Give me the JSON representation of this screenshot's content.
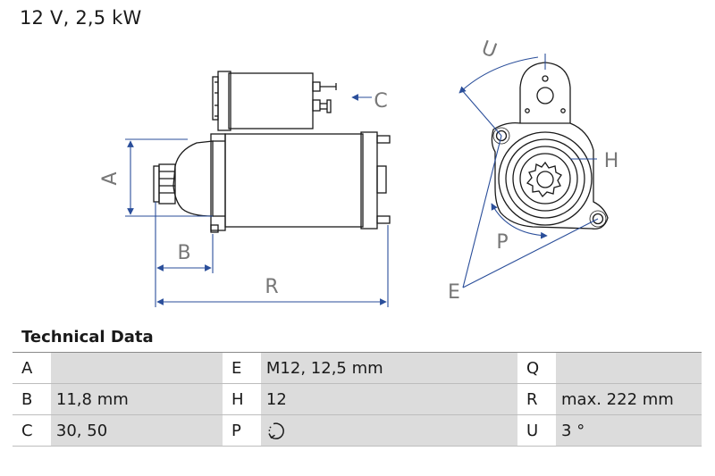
{
  "header": {
    "title": "12 V, 2,5 kW"
  },
  "diagram": {
    "colors": {
      "line": "#1a1a1a",
      "dimension": "#2a4e9a",
      "label": "#777777"
    },
    "labels": {
      "a": "A",
      "b": "B",
      "c": "C",
      "r": "R",
      "u": "U",
      "h": "H",
      "p": "P",
      "e": "E"
    }
  },
  "technical_data": {
    "title": "Technical Data",
    "rows": [
      [
        {
          "key": "A",
          "value": ""
        },
        {
          "key": "E",
          "value": "M12, 12,5 mm"
        },
        {
          "key": "Q",
          "value": ""
        }
      ],
      [
        {
          "key": "B",
          "value": "11,8 mm"
        },
        {
          "key": "H",
          "value": "12"
        },
        {
          "key": "R",
          "value": "max. 222 mm"
        }
      ],
      [
        {
          "key": "C",
          "value": "30, 50"
        },
        {
          "key": "P",
          "value": "",
          "icon": "clockwise-rotation-icon"
        },
        {
          "key": "U",
          "value": "3 °"
        }
      ]
    ]
  }
}
